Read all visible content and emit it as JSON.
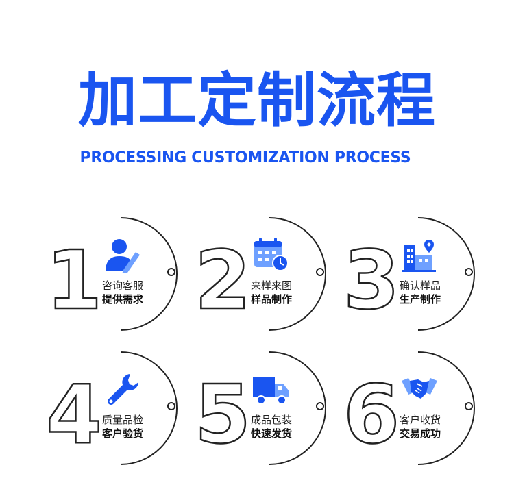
{
  "header": {
    "title": "加工定制流程",
    "subtitle": "PROCESSING CUSTOMIZATION PROCESS"
  },
  "colors": {
    "accent": "#1a55f0",
    "icon_light": "#6ea0ff",
    "outline": "#222222"
  },
  "steps": [
    {
      "number": "1",
      "line1": "咨询客服",
      "line2": "提供需求",
      "icon": "customer-service-person-icon"
    },
    {
      "number": "2",
      "line1": "来样来图",
      "line2": "样品制作",
      "icon": "calendar-clock-icon"
    },
    {
      "number": "3",
      "line1": "确认样品",
      "line2": "生产制作",
      "icon": "factory-location-icon"
    },
    {
      "number": "4",
      "line1": "质量品检",
      "line2": "客户验货",
      "icon": "wrench-icon"
    },
    {
      "number": "5",
      "line1": "成品包装",
      "line2": "快速发货",
      "icon": "delivery-truck-icon"
    },
    {
      "number": "6",
      "line1": "客户收货",
      "line2": "交易成功",
      "icon": "handshake-icon"
    }
  ]
}
